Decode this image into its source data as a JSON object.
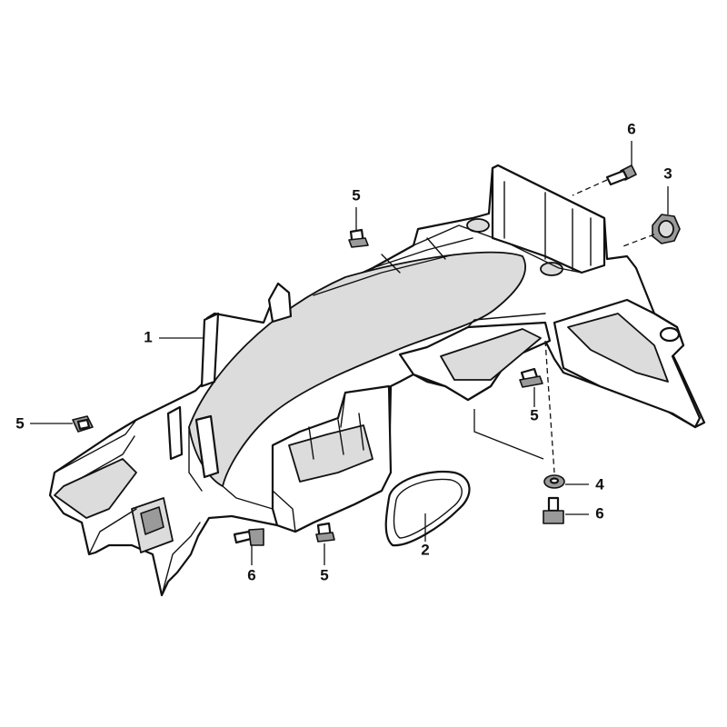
{
  "callouts": [
    {
      "id": "c1",
      "text": "1"
    },
    {
      "id": "c2",
      "text": "2"
    },
    {
      "id": "c3",
      "text": "3"
    },
    {
      "id": "c4",
      "text": "4"
    },
    {
      "id": "c5a",
      "text": "5"
    },
    {
      "id": "c5b",
      "text": "5"
    },
    {
      "id": "c5c",
      "text": "5"
    },
    {
      "id": "c5d",
      "text": "5"
    },
    {
      "id": "c6a",
      "text": "6"
    },
    {
      "id": "c6b",
      "text": "6"
    },
    {
      "id": "c6c",
      "text": "6"
    }
  ]
}
